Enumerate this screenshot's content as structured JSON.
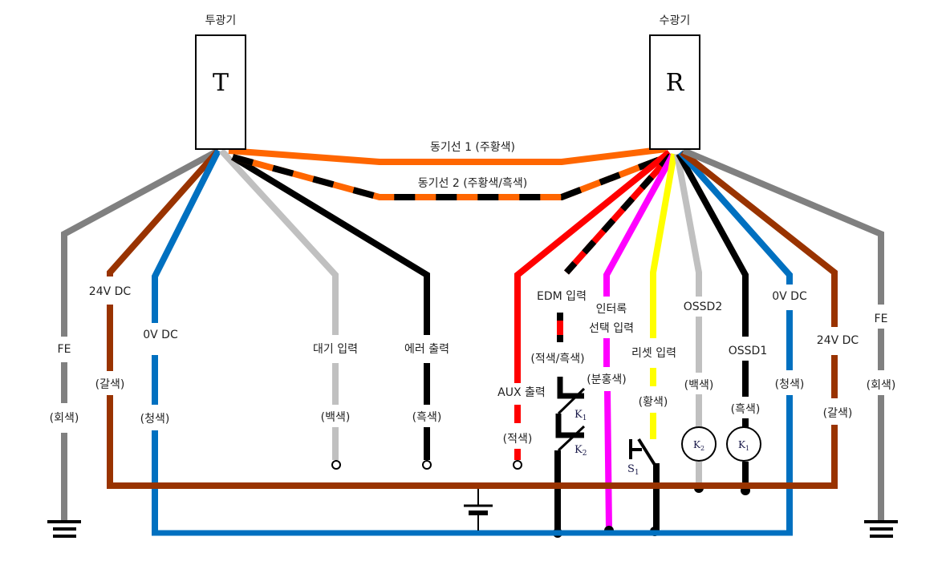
{
  "emitter": {
    "title": "투광기",
    "letter": "T"
  },
  "receiver": {
    "title": "수광기",
    "letter": "R"
  },
  "sync": {
    "line1": "동기선 1 (주황색)",
    "line2": "동기선 2 (주황색/흑색)"
  },
  "colors": {
    "gray": "#808080",
    "brown": "#993300",
    "blue": "#0070c0",
    "lightgray": "#c0c0c0",
    "black": "#000000",
    "orange": "#ff6600",
    "red": "#ff0000",
    "magenta": "#ff00ff",
    "yellow": "#ffff00"
  },
  "emitter_wires": [
    {
      "name": "FE",
      "color": "(회색)"
    },
    {
      "name": "24V DC",
      "color": "(갈색)"
    },
    {
      "name": "0V DC",
      "color": "(청색)"
    },
    {
      "name": "대기 입력",
      "color": "(백색)"
    },
    {
      "name": "에러 출력",
      "color": "(흑색)"
    }
  ],
  "receiver_wires": [
    {
      "name": "AUX 출력",
      "color": "(적색)"
    },
    {
      "name": "EDM 입력",
      "color": "(적색/흑색)"
    },
    {
      "name_line1": "인터록",
      "name_line2": "선택 입력",
      "color": "(분홍색)"
    },
    {
      "name": "리셋 입력",
      "color": "(황색)"
    },
    {
      "name": "OSSD2",
      "color": "(백색)"
    },
    {
      "name": "OSSD1",
      "color": "(흑색)"
    },
    {
      "name": "0V DC",
      "color": "(청색)"
    },
    {
      "name": "24V DC",
      "color": "(갈색)"
    },
    {
      "name": "FE",
      "color": "(회색)"
    }
  ],
  "components": {
    "k1": "K",
    "k1_sub": "1",
    "k2": "K",
    "k2_sub": "2",
    "s1": "S",
    "s1_sub": "1"
  }
}
